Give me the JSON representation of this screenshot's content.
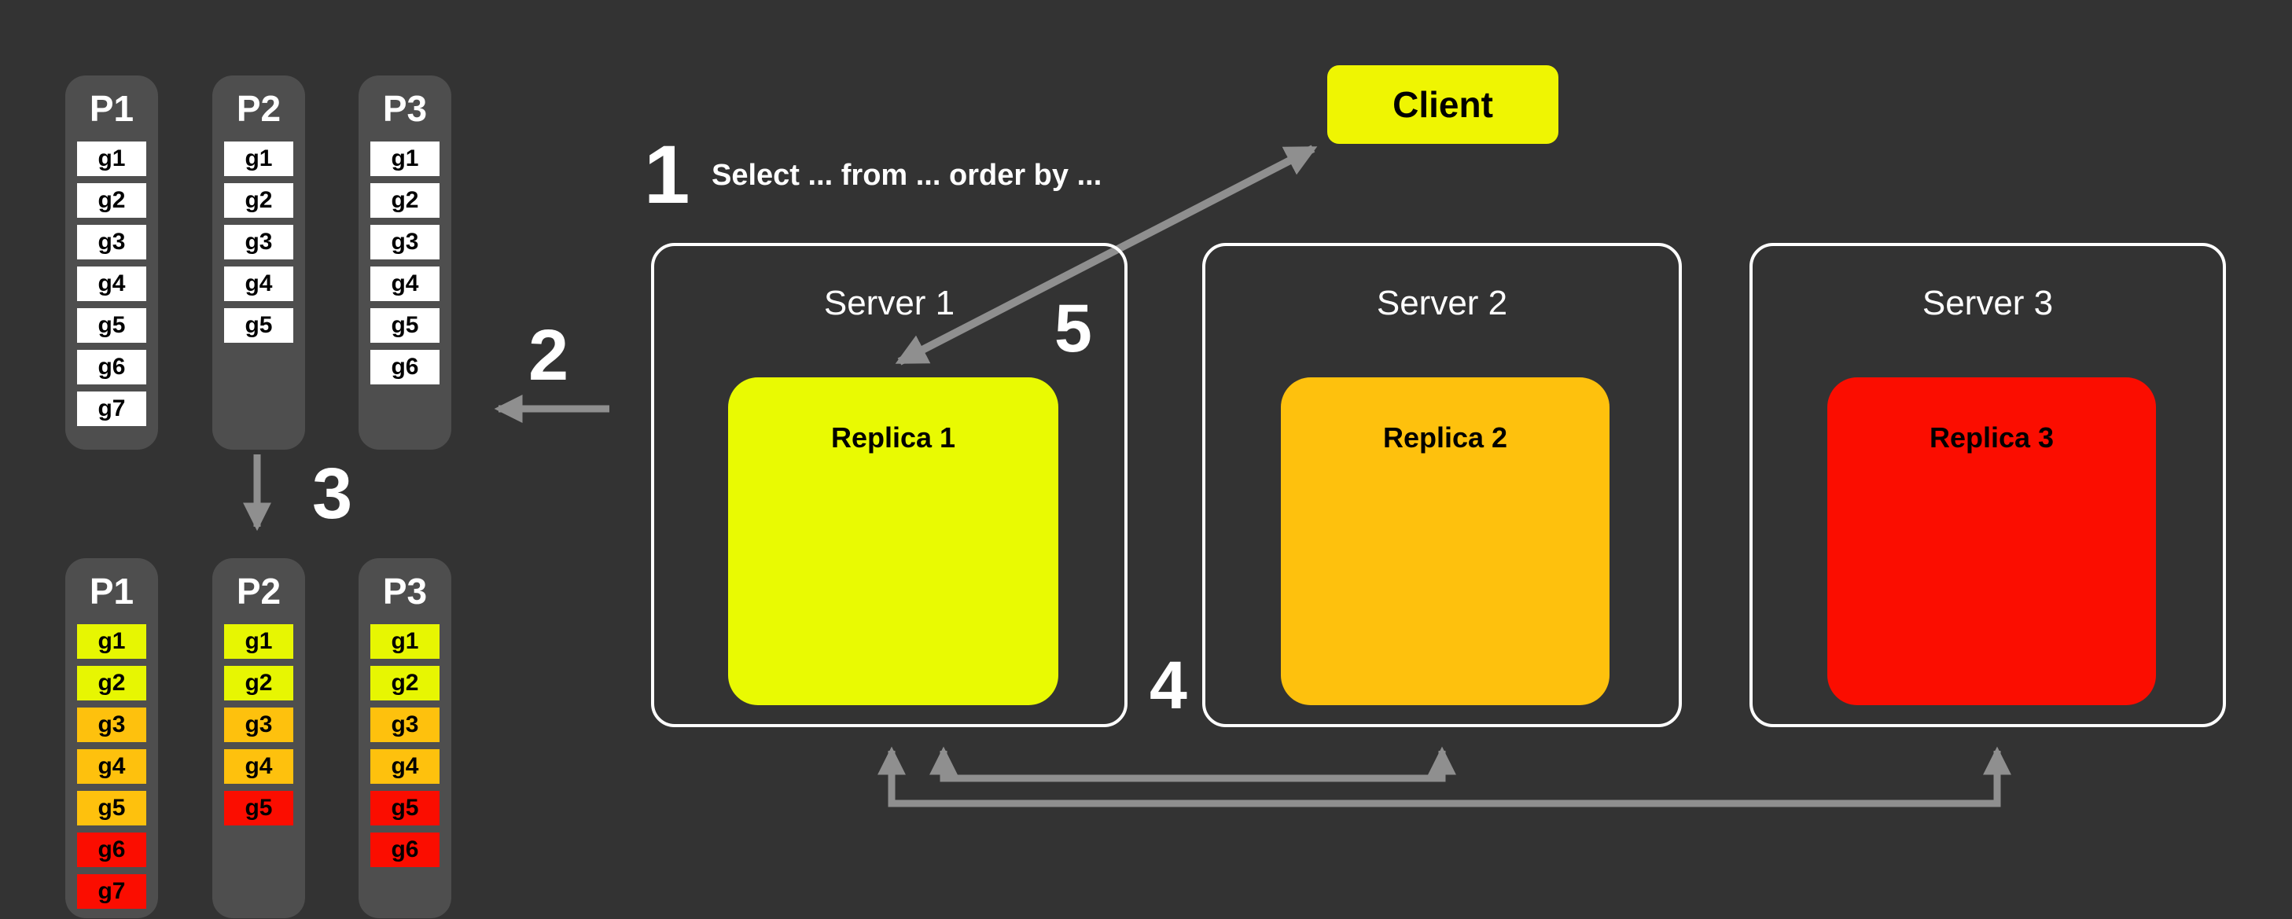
{
  "palette": {
    "background": "#333333",
    "panel": "#4E4E4E",
    "arrow_gray": "#8F8F8F",
    "cell_white": "#FFFFFF",
    "cell_yellow": "#E7F602",
    "cell_orange": "#FEC10D",
    "cell_red": "#FB0D00",
    "client_yellow": "#EFF502",
    "replica1_yellow": "#E9FA02",
    "replica2_orange": "#FEC10D",
    "replica3_red": "#FB0D00",
    "server_border": "#FFFFFF",
    "text_light": "#FFFFFF",
    "text_dark": "#000000"
  },
  "annotations": {
    "step1": {
      "number": "1",
      "query": "Select ... from ... order by ..."
    },
    "step2": {
      "number": "2"
    },
    "step3": {
      "number": "3"
    },
    "step4": {
      "number": "4"
    },
    "step5": {
      "number": "5"
    }
  },
  "client": {
    "label": "Client"
  },
  "servers": [
    {
      "name": "Server 1",
      "replica": {
        "label": "Replica 1",
        "color": "replica1_yellow"
      }
    },
    {
      "name": "Server 2",
      "replica": {
        "label": "Replica 2",
        "color": "replica2_orange"
      }
    },
    {
      "name": "Server 3",
      "replica": {
        "label": "Replica 3",
        "color": "replica3_red"
      }
    }
  ],
  "partition_groups": {
    "unsorted": {
      "partitions": [
        {
          "name": "P1",
          "cells": [
            {
              "label": "g1",
              "color": "cell_white"
            },
            {
              "label": "g2",
              "color": "cell_white"
            },
            {
              "label": "g3",
              "color": "cell_white"
            },
            {
              "label": "g4",
              "color": "cell_white"
            },
            {
              "label": "g5",
              "color": "cell_white"
            },
            {
              "label": "g6",
              "color": "cell_white"
            },
            {
              "label": "g7",
              "color": "cell_white"
            }
          ]
        },
        {
          "name": "P2",
          "cells": [
            {
              "label": "g1",
              "color": "cell_white"
            },
            {
              "label": "g2",
              "color": "cell_white"
            },
            {
              "label": "g3",
              "color": "cell_white"
            },
            {
              "label": "g4",
              "color": "cell_white"
            },
            {
              "label": "g5",
              "color": "cell_white"
            }
          ]
        },
        {
          "name": "P3",
          "cells": [
            {
              "label": "g1",
              "color": "cell_white"
            },
            {
              "label": "g2",
              "color": "cell_white"
            },
            {
              "label": "g3",
              "color": "cell_white"
            },
            {
              "label": "g4",
              "color": "cell_white"
            },
            {
              "label": "g5",
              "color": "cell_white"
            },
            {
              "label": "g6",
              "color": "cell_white"
            }
          ]
        }
      ]
    },
    "sorted": {
      "partitions": [
        {
          "name": "P1",
          "cells": [
            {
              "label": "g1",
              "color": "cell_yellow"
            },
            {
              "label": "g2",
              "color": "cell_yellow"
            },
            {
              "label": "g3",
              "color": "cell_orange"
            },
            {
              "label": "g4",
              "color": "cell_orange"
            },
            {
              "label": "g5",
              "color": "cell_orange"
            },
            {
              "label": "g6",
              "color": "cell_red"
            },
            {
              "label": "g7",
              "color": "cell_red"
            }
          ]
        },
        {
          "name": "P2",
          "cells": [
            {
              "label": "g1",
              "color": "cell_yellow"
            },
            {
              "label": "g2",
              "color": "cell_yellow"
            },
            {
              "label": "g3",
              "color": "cell_orange"
            },
            {
              "label": "g4",
              "color": "cell_orange"
            },
            {
              "label": "g5",
              "color": "cell_red"
            }
          ]
        },
        {
          "name": "P3",
          "cells": [
            {
              "label": "g1",
              "color": "cell_yellow"
            },
            {
              "label": "g2",
              "color": "cell_yellow"
            },
            {
              "label": "g3",
              "color": "cell_orange"
            },
            {
              "label": "g4",
              "color": "cell_orange"
            },
            {
              "label": "g5",
              "color": "cell_red"
            },
            {
              "label": "g6",
              "color": "cell_red"
            }
          ]
        }
      ]
    }
  }
}
